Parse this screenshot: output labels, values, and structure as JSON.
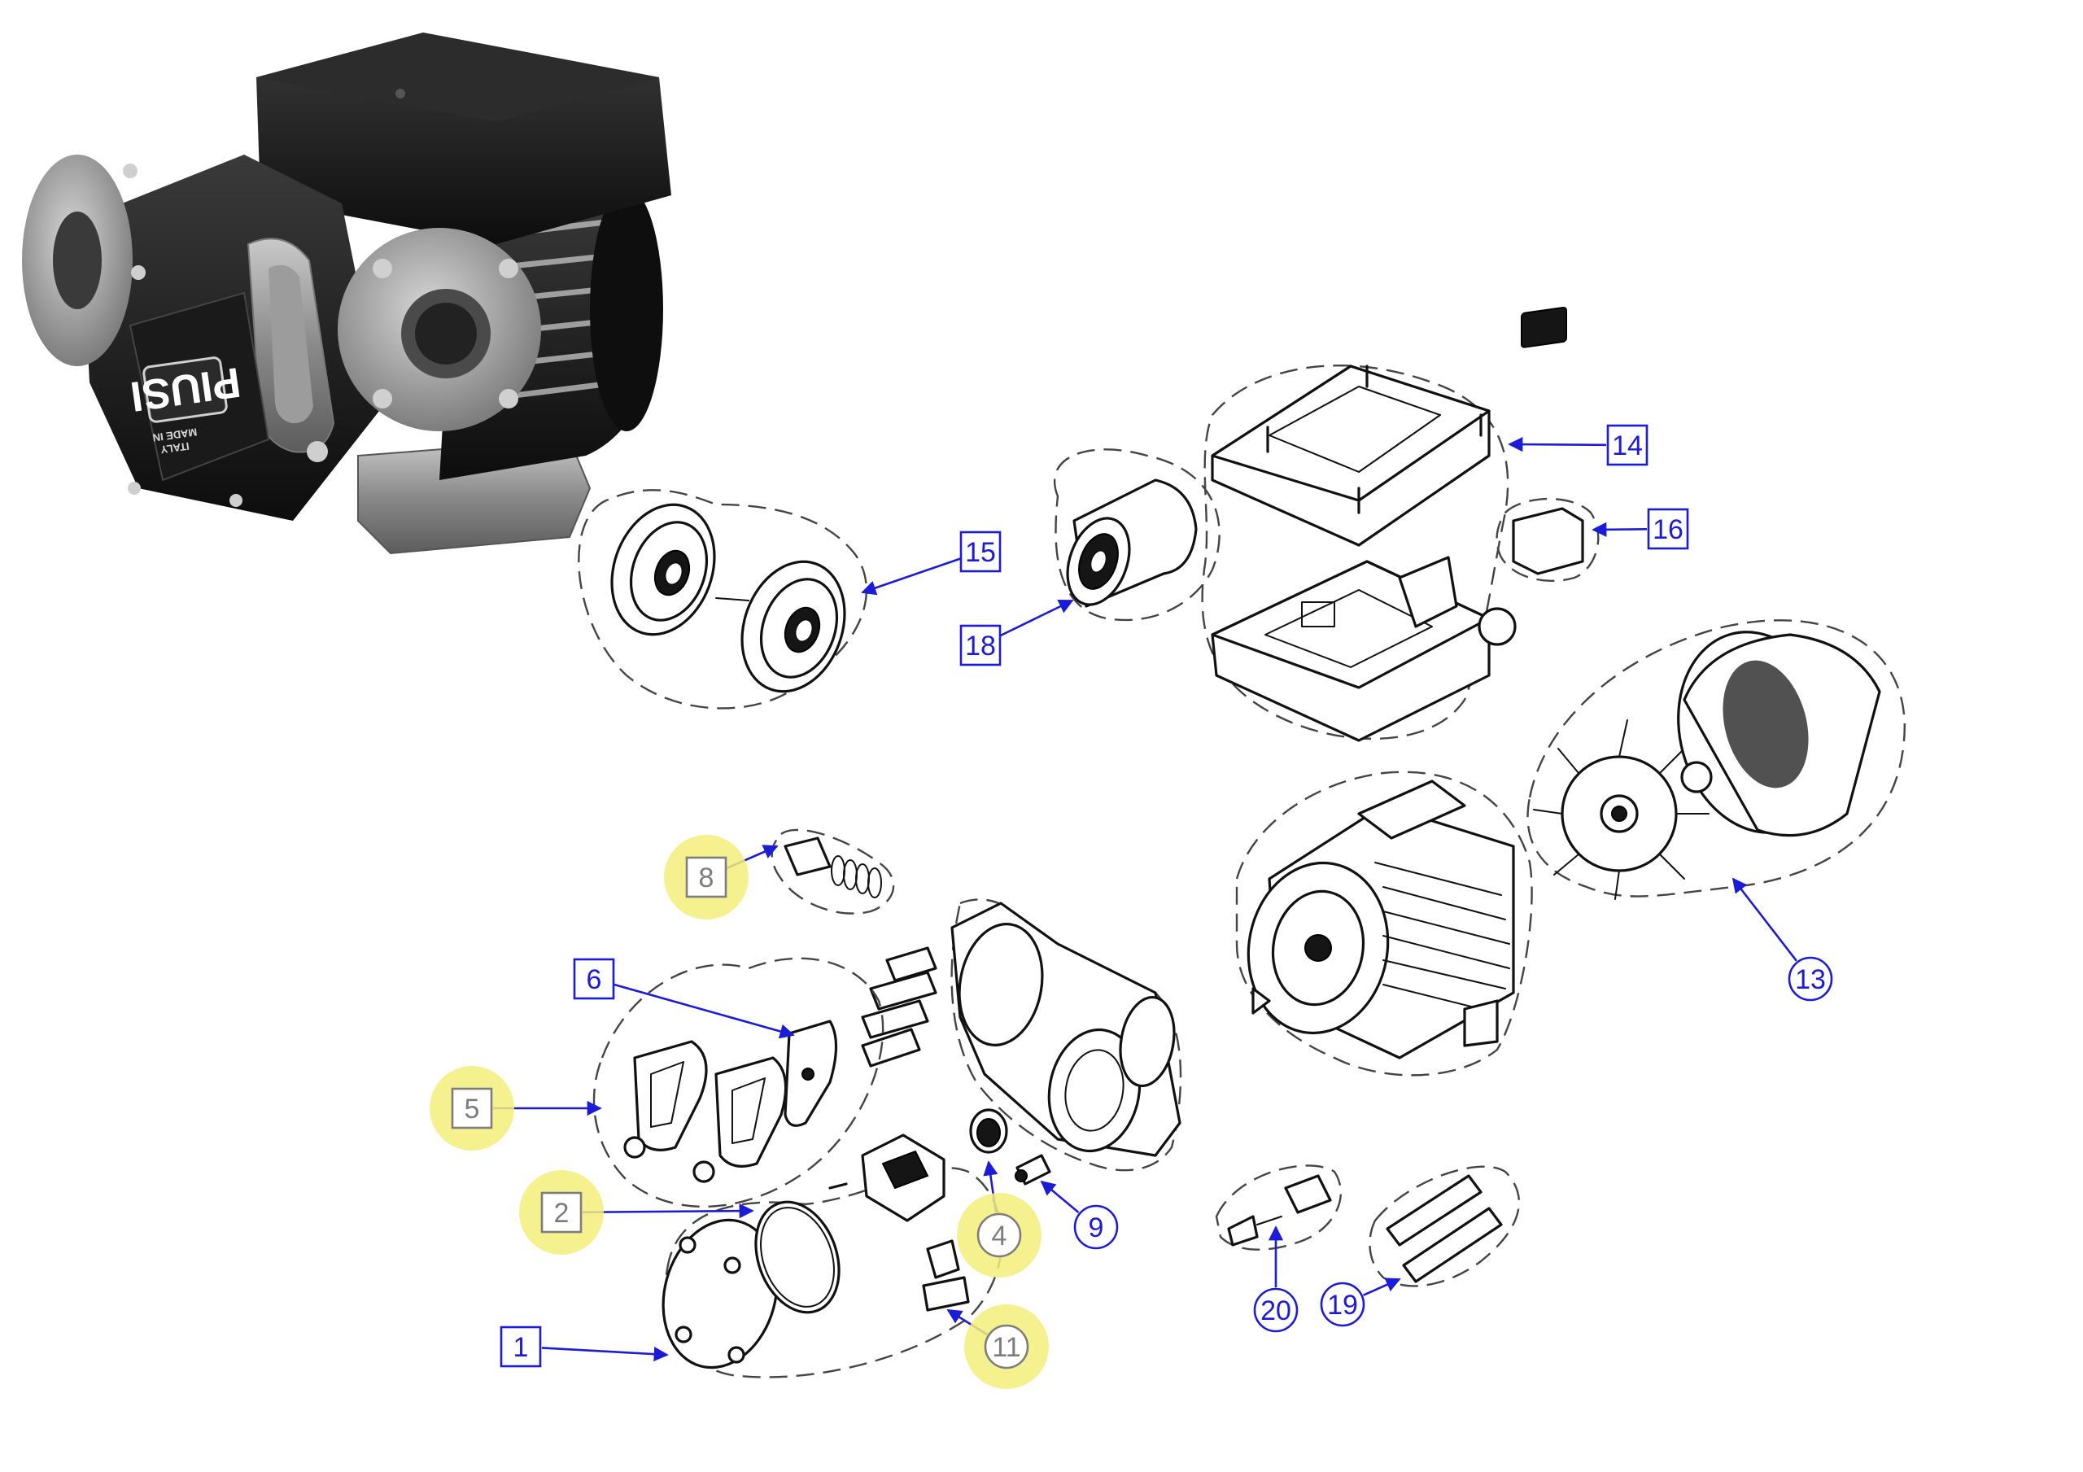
{
  "colors": {
    "callout": "#1b1bd8",
    "highlight": "#f3ee7a",
    "highlighted_callout": "#7d7d7d"
  },
  "product_photo": {
    "logo": "PIUSI",
    "plate_text": [
      "MADE IN",
      "ITALY"
    ]
  },
  "callouts": [
    {
      "id": "1",
      "text": "1",
      "shape": "box",
      "highlighted": false
    },
    {
      "id": "2",
      "text": "2",
      "shape": "box",
      "highlighted": true
    },
    {
      "id": "4",
      "text": "4",
      "shape": "circle",
      "highlighted": true
    },
    {
      "id": "5",
      "text": "5",
      "shape": "box",
      "highlighted": true
    },
    {
      "id": "6",
      "text": "6",
      "shape": "box",
      "highlighted": false
    },
    {
      "id": "8",
      "text": "8",
      "shape": "box",
      "highlighted": true
    },
    {
      "id": "9",
      "text": "9",
      "shape": "circle",
      "highlighted": false
    },
    {
      "id": "11",
      "text": "11",
      "shape": "circle",
      "highlighted": true
    },
    {
      "id": "13",
      "text": "13",
      "shape": "circle",
      "highlighted": false
    },
    {
      "id": "14",
      "text": "14",
      "shape": "box",
      "highlighted": false
    },
    {
      "id": "15",
      "text": "15",
      "shape": "box",
      "highlighted": false
    },
    {
      "id": "16",
      "text": "16",
      "shape": "box",
      "highlighted": false
    },
    {
      "id": "18",
      "text": "18",
      "shape": "box",
      "highlighted": false
    },
    {
      "id": "19",
      "text": "19",
      "shape": "circle",
      "highlighted": false
    },
    {
      "id": "20",
      "text": "20",
      "shape": "circle",
      "highlighted": false
    }
  ]
}
